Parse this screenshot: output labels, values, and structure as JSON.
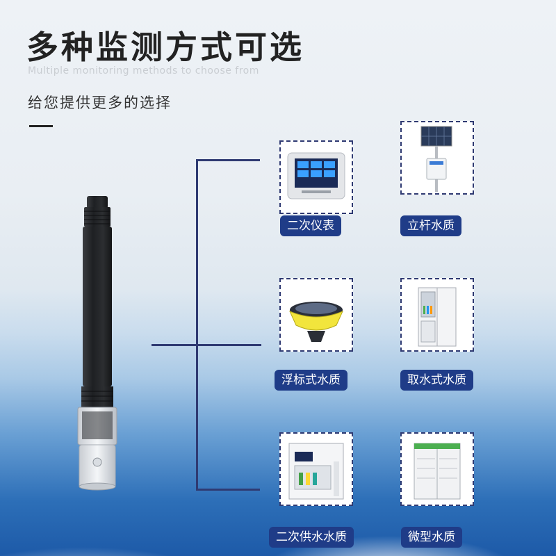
{
  "header": {
    "title": "多种监测方式可选",
    "subtitle_en": "Multiple monitoring methods to choose from",
    "subtitle": "给您提供更多的选择"
  },
  "options": [
    {
      "label": "二次仪表",
      "icon": "meter-display-icon"
    },
    {
      "label": "立杆水质",
      "icon": "pole-station-icon"
    },
    {
      "label": "浮标式水质",
      "icon": "buoy-icon"
    },
    {
      "label": "取水式水质",
      "icon": "cabinet-station-icon"
    },
    {
      "label": "二次供水水质",
      "icon": "supply-cabinet-icon"
    },
    {
      "label": "微型水质",
      "icon": "micro-station-icon"
    }
  ],
  "colors": {
    "accent": "#1f3c88",
    "line": "#2f3a72"
  }
}
